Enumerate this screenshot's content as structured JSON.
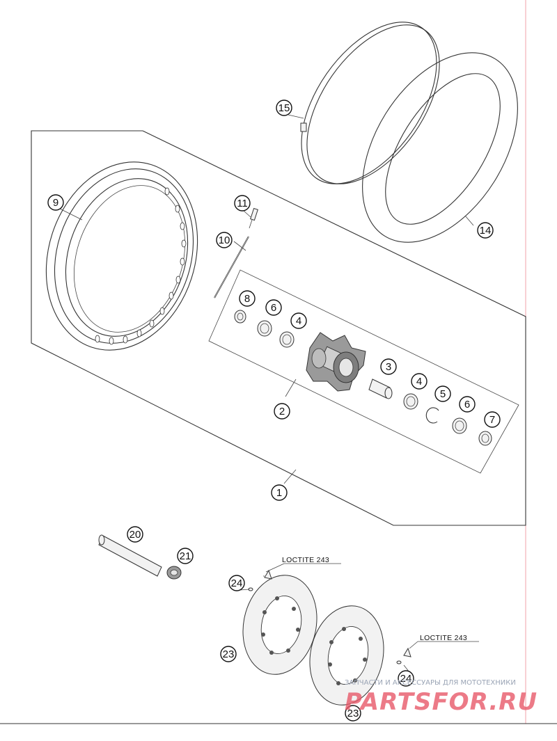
{
  "callouts": [
    {
      "id": "c1",
      "label": "1"
    },
    {
      "id": "c2",
      "label": "2"
    },
    {
      "id": "c3",
      "label": "3"
    },
    {
      "id": "c4a",
      "label": "4"
    },
    {
      "id": "c4b",
      "label": "4"
    },
    {
      "id": "c5",
      "label": "5"
    },
    {
      "id": "c6a",
      "label": "6"
    },
    {
      "id": "c6b",
      "label": "6"
    },
    {
      "id": "c7",
      "label": "7"
    },
    {
      "id": "c8",
      "label": "8"
    },
    {
      "id": "c9",
      "label": "9"
    },
    {
      "id": "c10",
      "label": "10"
    },
    {
      "id": "c11",
      "label": "11"
    },
    {
      "id": "c14",
      "label": "14"
    },
    {
      "id": "c15",
      "label": "15"
    },
    {
      "id": "c20",
      "label": "20"
    },
    {
      "id": "c21",
      "label": "21"
    },
    {
      "id": "c23a",
      "label": "23"
    },
    {
      "id": "c23b",
      "label": "23"
    },
    {
      "id": "c24a",
      "label": "24"
    },
    {
      "id": "c24b",
      "label": "24"
    }
  ],
  "notes": {
    "loctite_left": "LOCTITE 243",
    "loctite_right": "LOCTITE 243"
  },
  "watermark": {
    "subtitle": "ЗАПЧАСТИ И АКСЕССУАРЫ ДЛЯ МОТОТЕХНИКИ",
    "brand": "PARTSFOR.RU"
  }
}
